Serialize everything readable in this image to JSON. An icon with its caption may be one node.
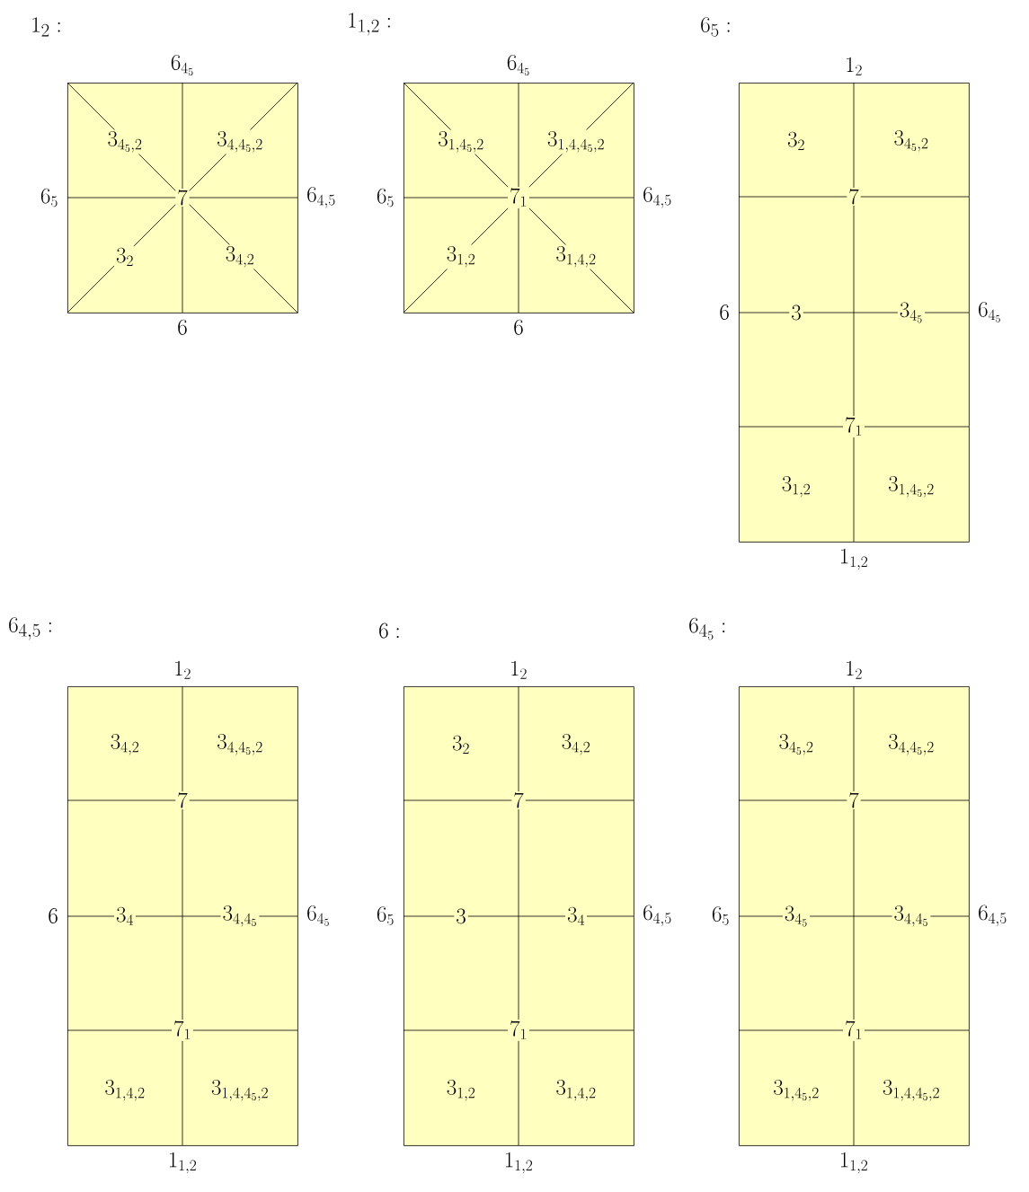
{
  "diagram": {
    "nodes": [
      {
        "text": [
          "3_{4_5,2}",
          "3_{4,4_5,2}",
          "7",
          "3_2",
          "3_{4,2}"
        ],
        "beside": [
          "6_{4_5}",
          "6_5",
          "6_{4,5}",
          "6"
        ]
      },
      {
        "text": [
          "3_{1,4_5,2}",
          "3_{1,4,4_5,2}",
          "7_1",
          "3_{1,2}",
          "3_{1,4,2}"
        ],
        "beside": [
          "6_{4_5}",
          "6_5",
          "6_{4,5}",
          "6"
        ]
      },
      {
        "text": [
          "3_2",
          "3_{4_5,2}",
          "7",
          "3",
          "3_{4_5}",
          "7_1",
          "3_{1,2}",
          "3_{1,4_5,2}"
        ],
        "beside": [
          "1_2",
          "6",
          "6_{4_5}",
          "1_{1,2}"
        ]
      },
      {
        "text": [
          "3_{4,2}",
          "3_{4,4_5,2}",
          "7",
          "3_4",
          "3_{4,4_5}",
          "7_1",
          "3_{1,4,2}",
          "3_{1,4,4_5,2}"
        ],
        "beside": [
          "1_2",
          "6",
          "6_{4_5}",
          "1_{1,2}"
        ]
      },
      {
        "text": [
          "3_2",
          "3_{4,2}",
          "7",
          "3",
          "3_4",
          "7_1",
          "3_{1,2}",
          "3_{1,4,2}"
        ],
        "beside": [
          "1_2",
          "6_5",
          "6_{4,5}",
          "1_{1,2}"
        ]
      },
      {
        "text": [
          "3_{4_5,2}",
          "3_{4,4_5,2}",
          "7",
          "3_{4_5}",
          "3_{4,4_5}",
          "7_1",
          "3_{1,4_5,2}",
          "3_{1,4,4_5,2}"
        ],
        "beside": [
          "1_2",
          "6_5",
          "6_{4,5}",
          "1_{1,2}"
        ]
      }
    ],
    "labels": [
      "1_2:",
      "1_{1,2}:",
      "6_5:",
      "6_{4,5}:",
      "6:",
      "6_{4_5}:"
    ]
  }
}
